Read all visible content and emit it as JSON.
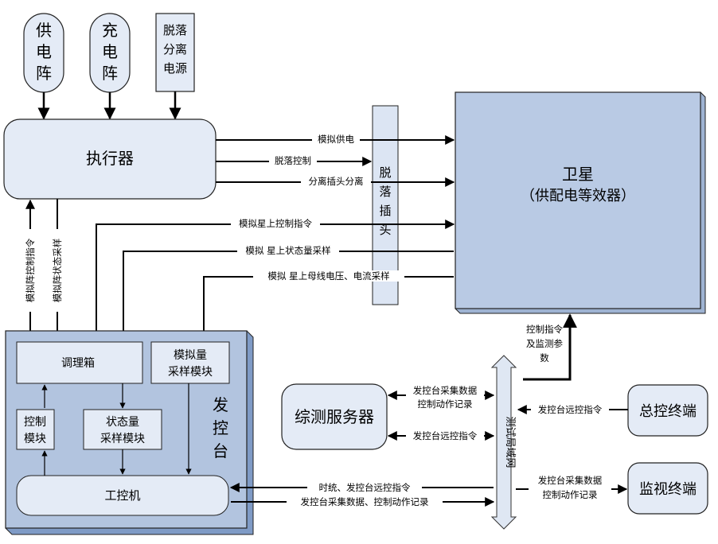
{
  "sources": {
    "solar_array": [
      "供",
      "电",
      "阵"
    ],
    "charge_array": [
      "充",
      "电",
      "阵"
    ],
    "separation_power": [
      "脱落",
      "分离",
      "电源"
    ]
  },
  "executor": "执行器",
  "umbilical": [
    "脱",
    "落",
    "插",
    "头"
  ],
  "satellite": {
    "line1": "卫星",
    "line2": "（供配电等效器）"
  },
  "console": {
    "title": [
      "发",
      "控",
      "台"
    ],
    "conditioning_box": "调理箱",
    "analog_sampling": [
      "模拟量",
      "采样模块"
    ],
    "control_module": [
      "控制",
      "模块"
    ],
    "state_sampling": [
      "状态量",
      "采样模块"
    ],
    "industrial_pc": "工控机"
  },
  "network": [
    "测",
    "试",
    "局",
    "域",
    "网"
  ],
  "server": "综测服务器",
  "master_terminal": "总控终端",
  "monitor_terminal": "监视终端",
  "signals": {
    "sim_power": "模拟供电",
    "separation_control": "脱落控制",
    "plug_separation": "分离插头分离",
    "sim_sat_cmd": "模拟星上控制指令",
    "sim_sat_state": "模拟 星上状态量采样",
    "sim_bus_sampling": "模拟 星上母线电压、电流采样",
    "array_cmd": "模拟阵控制指令",
    "array_state": "模拟阵状态采样",
    "ctrl_monitor": [
      "控制指令",
      "及监测参",
      "数"
    ],
    "console_data": [
      "发控台采集数据",
      "控制动作记录"
    ],
    "console_remote": "发控台远控指令",
    "master_remote": "发控台远控指令",
    "timing_remote": "时统、发控台远控指令",
    "pc_data": "发控台采集数据、控制动作记录",
    "monitor_data": [
      "发控台采集数据",
      "控制动作记录"
    ]
  }
}
